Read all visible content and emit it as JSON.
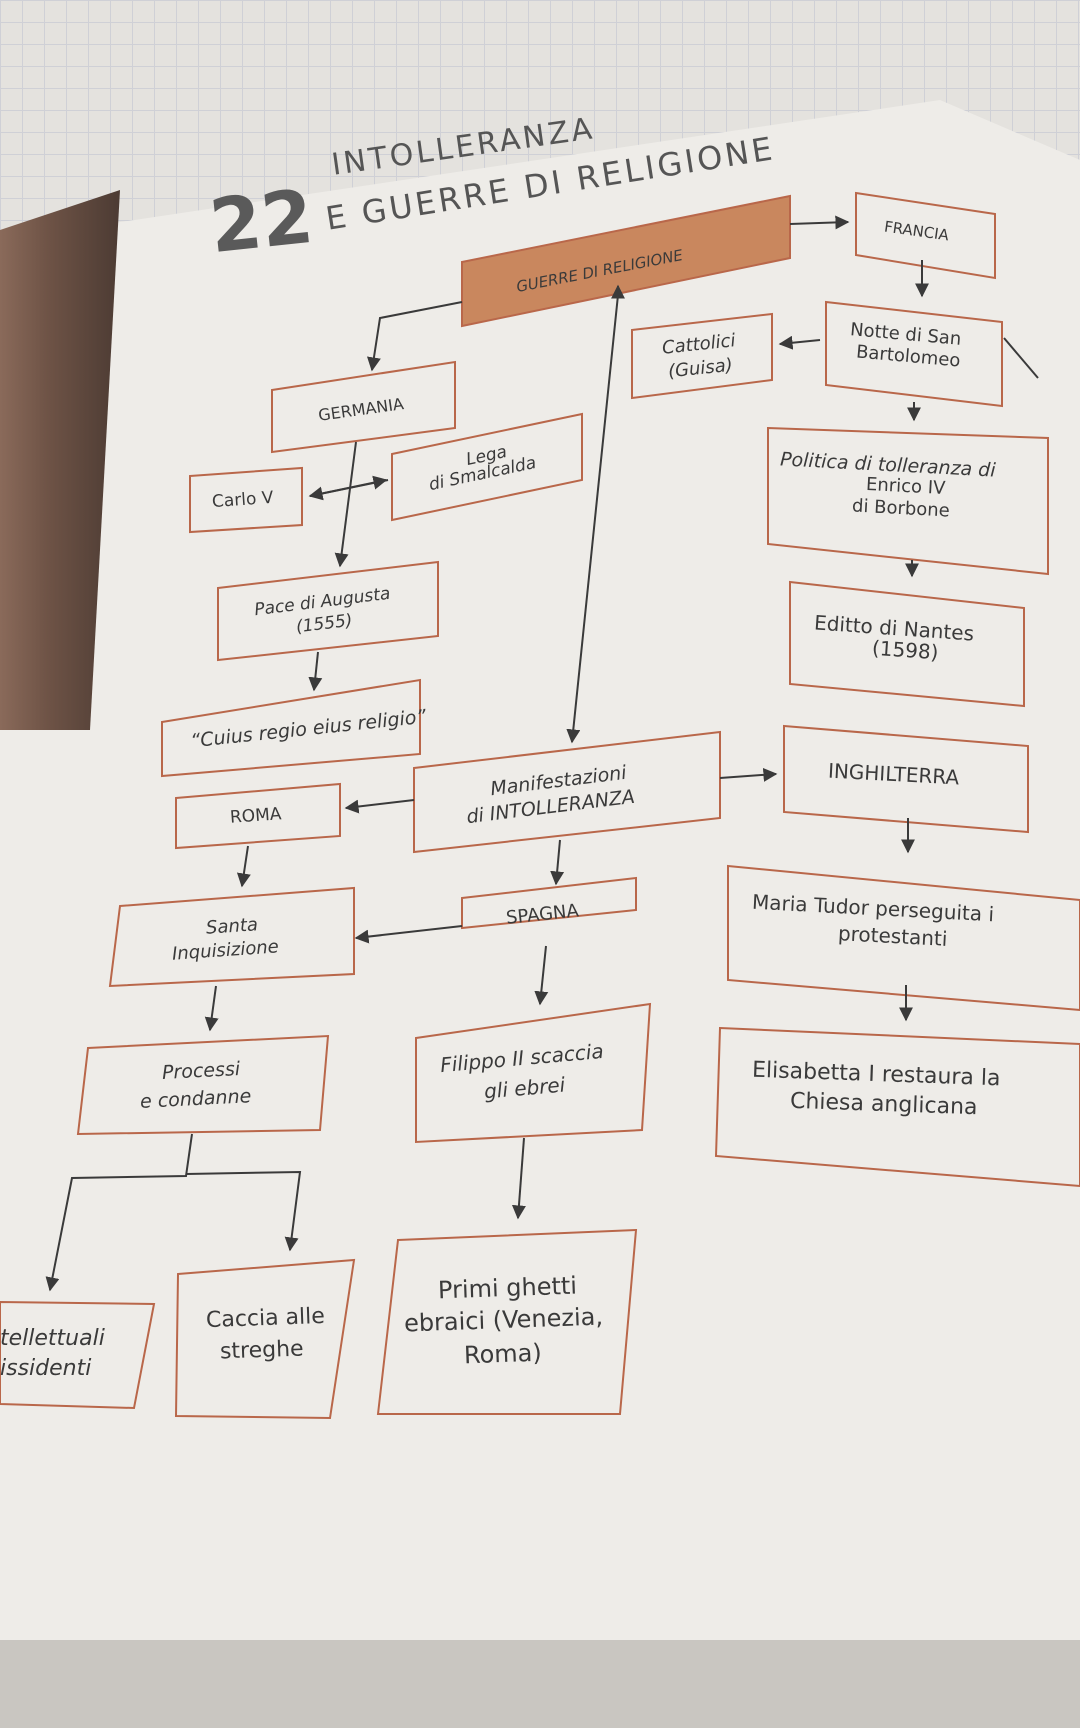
{
  "chapter": {
    "number": "22",
    "title_line1": "INTOLLERANZA",
    "title_line2": "E GUERRE DI RELIGIONE"
  },
  "nodes": {
    "guerre": "GUERRE DI RELIGIONE",
    "francia": "FRANCIA",
    "cattolici_1": "Cattolici",
    "cattolici_2": "(Guisa)",
    "notte_1": "Notte di San",
    "notte_2": "Bartolomeo",
    "germania": "GERMANIA",
    "lega_1": "Lega",
    "lega_2": "di Smalcalda",
    "carlo": "Carlo V",
    "politica_1": "Politica di tolleranza di",
    "politica_2": "Enrico IV",
    "politica_3": "di Borbone",
    "pace_1": "Pace di Augusta",
    "pace_2": "(1555)",
    "editto_1": "Editto di Nantes",
    "editto_2": "(1598)",
    "cuius": "“Cuius regio eius religio”",
    "manif_1": "Manifestazioni",
    "manif_2": "di INTOLLERANZA",
    "inghilterra": "INGHILTERRA",
    "roma": "ROMA",
    "santa_1": "Santa",
    "santa_2": "Inquisizione",
    "spagna": "SPAGNA",
    "maria_1": "Maria Tudor perseguita i",
    "maria_2": "protestanti",
    "processi_1": "Processi",
    "processi_2": "e condanne",
    "filippo_1": "Filippo II scaccia",
    "filippo_2": "gli ebrei",
    "elisabetta_1": "Elisabetta I restaura la",
    "elisabetta_2": "Chiesa anglicana",
    "intellettuali_1": "tellettuali",
    "intellettuali_2": "issidenti",
    "caccia_1": "Caccia alle",
    "caccia_2": "streghe",
    "ghetti_1": "Primi ghetti",
    "ghetti_2": "ebraici (Venezia,",
    "ghetti_3": "Roma)"
  },
  "colors": {
    "box_border": "#b9674a",
    "guerre_fill": "#c9875e",
    "line": "#3a3a3a",
    "text": "#3a3a3a"
  }
}
